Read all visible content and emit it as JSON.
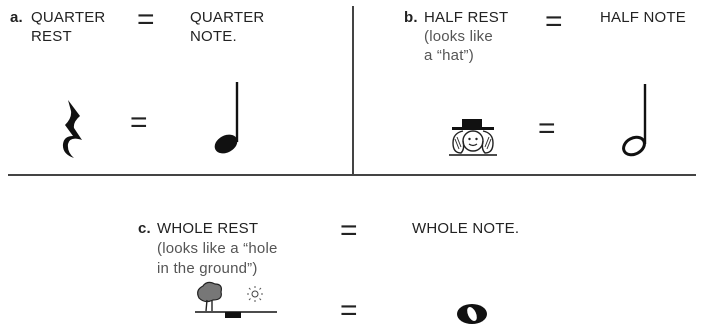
{
  "panel_a": {
    "marker": "a.",
    "left_line1": "QUARTER",
    "left_line2": "REST",
    "equals": "=",
    "right_line1": "QUARTER",
    "right_line2": "NOTE.",
    "symbols_equals": "="
  },
  "panel_b": {
    "marker": "b.",
    "left_line1": "HALF REST",
    "left_line2": "(looks like",
    "left_line3": "a “hat”)",
    "equals": "=",
    "right_line1": "HALF NOTE",
    "symbols_equals": "="
  },
  "panel_c": {
    "marker": "c.",
    "left_line1": "WHOLE REST",
    "left_line2": "(looks like a “hole",
    "left_line3": "in the ground”)",
    "equals": "=",
    "right_line1": "WHOLE NOTE.",
    "symbols_equals": "="
  },
  "icons": {
    "quarter_rest": "quarter-rest-icon",
    "quarter_note": "quarter-note-icon",
    "half_rest_hat": "half-rest-hat-icon",
    "half_note": "half-note-icon",
    "whole_rest_ground": "whole-rest-ground-icon",
    "whole_note": "whole-note-icon"
  }
}
